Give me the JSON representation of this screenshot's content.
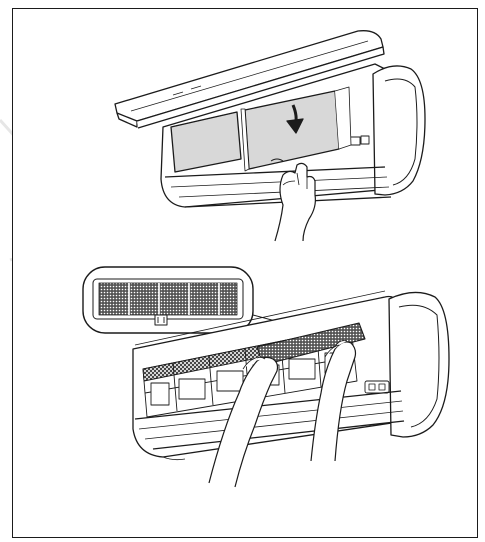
{
  "figure": {
    "kind": "manual-illustration",
    "panels": [
      {
        "id": "top",
        "subject": "air-conditioner-front-panel-open",
        "icons": [
          "down-arrow-icon",
          "hand-icon"
        ]
      },
      {
        "id": "bottom",
        "subject": "air-conditioner-filter-removal",
        "icons": [
          "hands-icon",
          "magnifier-callout"
        ]
      }
    ],
    "colors": {
      "line": "#1b1b1b",
      "filter_fill": "#d8d8d8",
      "mesh": "#2a2a2a",
      "watermark": "#e6e6e6"
    }
  }
}
